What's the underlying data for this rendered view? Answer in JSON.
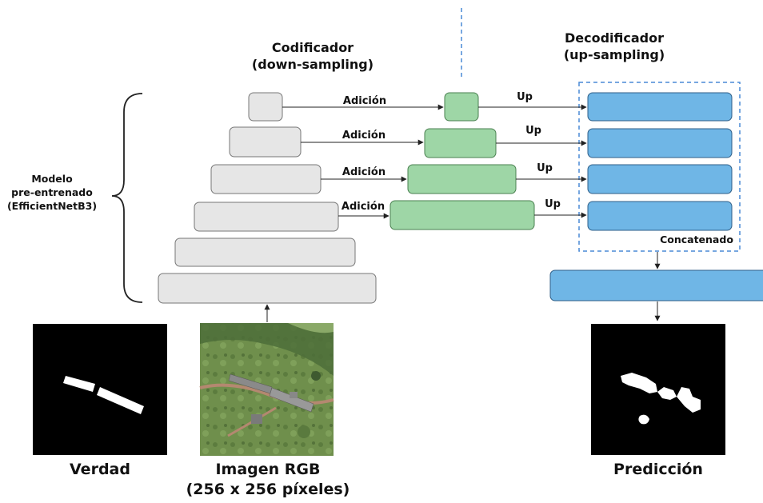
{
  "encoder": {
    "title": "Codificador",
    "subtitle": "(down-sampling)"
  },
  "decoder": {
    "title": "Decodificador",
    "subtitle": "(up-sampling)"
  },
  "model": {
    "line1": "Modelo",
    "line2": "pre-entrenado",
    "line3": "(EfficientNetB3)"
  },
  "edges": {
    "add_label": "Adición",
    "up_label": "Up",
    "concat_label": "Concatenado"
  },
  "panels": {
    "truth": "Verdad",
    "input_line1": "Imagen RGB",
    "input_line2": "(256 x 256 píxeles)",
    "prediction": "Predicción"
  },
  "colors": {
    "encoder_fill": "#e6e6e6",
    "skip_fill": "#9ed6a6",
    "decoder_fill": "#6fb6e6",
    "dashed": "#4a8ad6"
  }
}
